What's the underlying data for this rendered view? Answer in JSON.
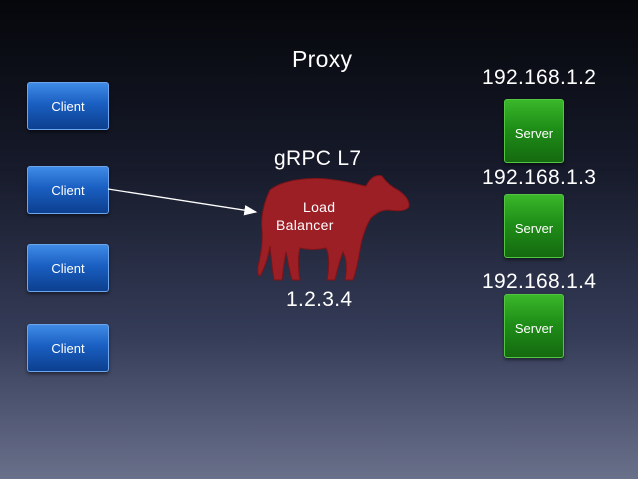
{
  "proxy": {
    "title": "Proxy",
    "protocol": "gRPC L7",
    "load_balancer_label_line1": "Load",
    "load_balancer_label_line2": "Balancer",
    "address": "1.2.3.4",
    "color": "#9c1f25"
  },
  "clients": [
    {
      "label": "Client"
    },
    {
      "label": "Client"
    },
    {
      "label": "Client"
    },
    {
      "label": "Client"
    }
  ],
  "servers": [
    {
      "label": "Server",
      "ip": "192.168.1.2"
    },
    {
      "label": "Server",
      "ip": "192.168.1.3"
    },
    {
      "label": "Server",
      "ip": "192.168.1.4"
    }
  ],
  "colors": {
    "client": "#1a5fc2",
    "server": "#1f8f18",
    "arrow": "#ffffff"
  }
}
